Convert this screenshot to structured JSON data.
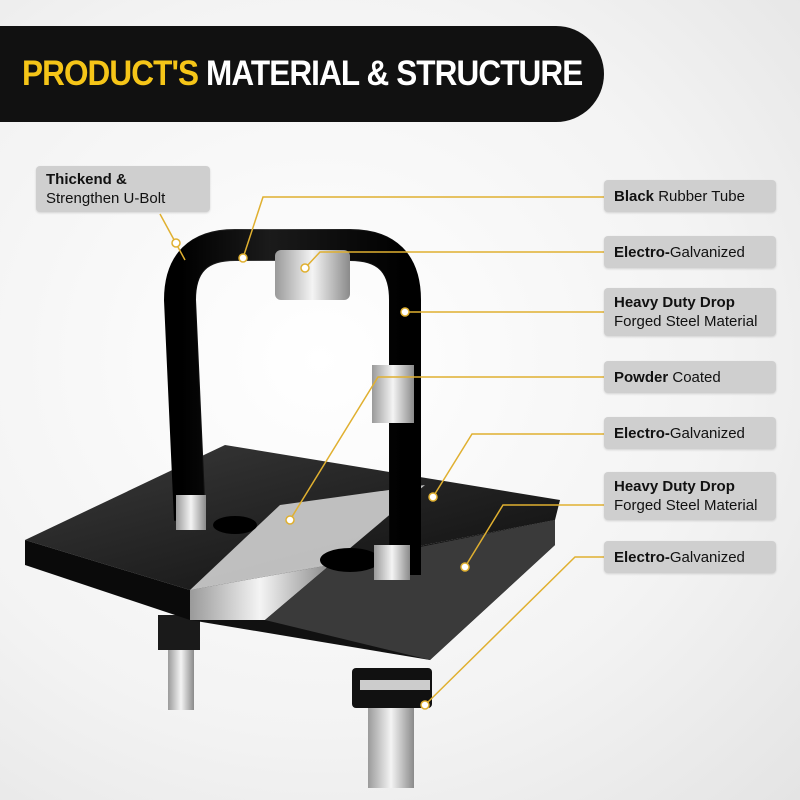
{
  "banner": {
    "title_highlight": "PRODUCT'S",
    "title_rest": "MATERIAL & STRUCTURE"
  },
  "callouts": {
    "left": {
      "bold": "Thickend &",
      "normal": "Strengthen U-Bolt"
    },
    "right": [
      {
        "bold": "Black",
        "normal": " Rubber Tube"
      },
      {
        "bold": "Electro-",
        "normal": "Galvanized"
      },
      {
        "bold": "Heavy Duty Drop",
        "normal": "Forged Steel Material"
      },
      {
        "bold": "Powder",
        "normal": " Coated"
      },
      {
        "bold": "Electro-",
        "normal": "Galvanized"
      },
      {
        "bold": "Heavy Duty Drop",
        "normal": "Forged Steel Material"
      },
      {
        "bold": "Electro-",
        "normal": "Galvanized"
      }
    ]
  },
  "colors": {
    "accent": "#f5c518",
    "banner": "#111111",
    "label_bg": "#cfcfcf",
    "leader": "#e0b030"
  }
}
